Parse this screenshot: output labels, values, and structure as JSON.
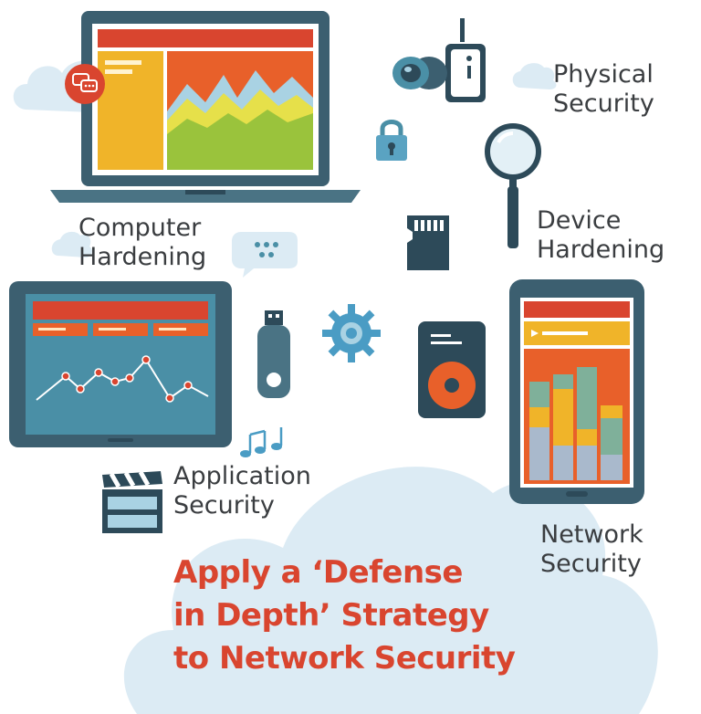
{
  "labels": {
    "physical": [
      "Physical",
      "Security"
    ],
    "computer": [
      "Computer",
      "Hardening"
    ],
    "device": [
      "Device",
      "Hardening"
    ],
    "application": [
      "Application",
      "Security"
    ],
    "network": [
      "Network",
      "Security"
    ]
  },
  "headline": [
    "Apply a ‘Defense",
    "in Depth’ Strategy",
    "to Network Security"
  ],
  "colors": {
    "accent_red": "#d9452f",
    "orange": "#e8602a",
    "yellow": "#f0b429",
    "green": "#9ac33c",
    "teal": "#4a8fa6",
    "dark": "#2d4a59",
    "cloud": "#dcebf4"
  },
  "icons": [
    "chat-icon",
    "camera-icon",
    "lock-icon",
    "magnifier-icon",
    "sd-card-icon",
    "usb-drive-icon",
    "gear-icon",
    "hard-drive-icon",
    "music-notes-icon",
    "clapperboard-icon",
    "speech-bubble-icon"
  ]
}
